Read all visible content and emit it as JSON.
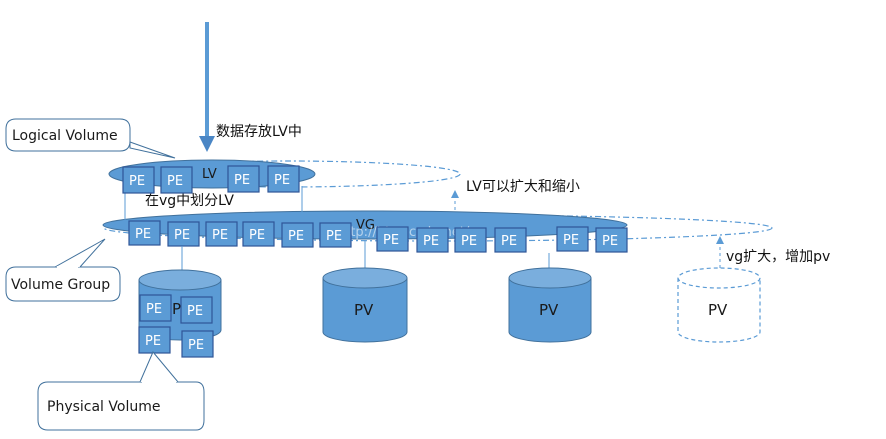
{
  "diagram": {
    "callouts": {
      "logical_volume": "Logical Volume",
      "volume_group": "Volume Group",
      "physical_volume": "Physical Volume"
    },
    "notes": {
      "store_data": "数据存放LV中",
      "lv_resize": "LV可以扩大和缩小",
      "carve_lv": "在vg中划分LV",
      "vg_expand": "vg扩大，增加pv"
    },
    "labels": {
      "lv": "LV",
      "vg": "VG",
      "pe": "PE",
      "pv_partial": "P",
      "pv": "PV"
    },
    "watermark": "http://blog.csdn.net/",
    "colors": {
      "fill": "#5b9bd5",
      "stroke": "#41719c",
      "arrow": "#4a86c5"
    }
  }
}
